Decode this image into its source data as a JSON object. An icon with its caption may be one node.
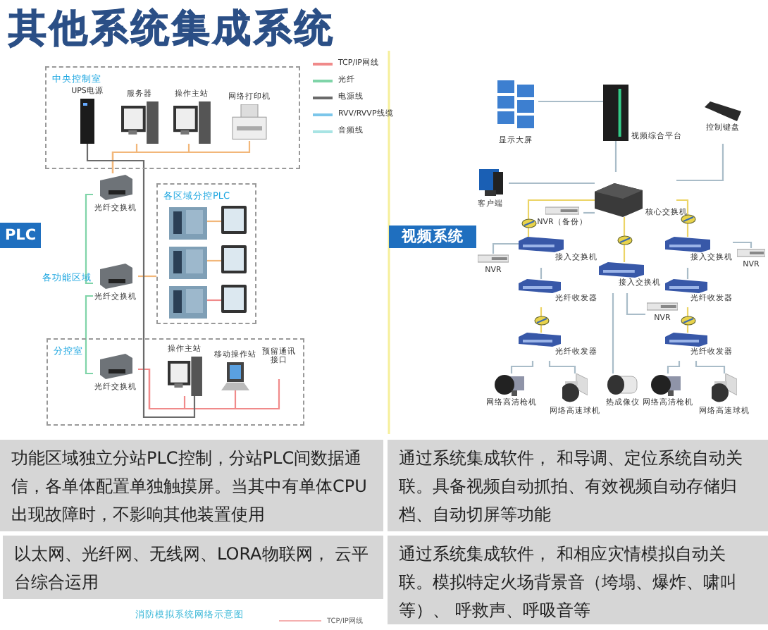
{
  "diagram": {
    "title": "其他系统集成系统",
    "nodes": [
      {
        "text": [
          "中央控制室"
        ]
      },
      {
        "text": [
          "UPS电源"
        ],
        "in": 0
      },
      {
        "text": [
          "服务器"
        ],
        "in": 0
      },
      {
        "text": [
          "操作主站"
        ],
        "in": 0
      },
      {
        "text": [
          "网络打印机"
        ],
        "in": 0
      },
      {
        "text": [
          "光纤交换机"
        ]
      },
      {
        "text": [
          "各区域分控PLC"
        ]
      },
      {
        "text": [],
        "shape": "picture",
        "in": 6
      },
      {
        "text": [],
        "shape": "picture",
        "in": 6
      },
      {
        "text": [],
        "shape": "picture",
        "in": 6
      },
      {
        "text": [],
        "shape": "picture",
        "in": 6
      },
      {
        "text": [],
        "shape": "picture",
        "in": 6
      },
      {
        "text": [],
        "shape": "picture",
        "in": 6
      },
      {
        "text": [
          "光纤交换机"
        ]
      },
      {
        "text": [
          "分控室"
        ]
      },
      {
        "text": [
          "光纤交换机"
        ],
        "in": 14
      },
      {
        "text": [
          "操作主站"
        ],
        "in": 14
      },
      {
        "text": [
          "移动操作站"
        ],
        "in": 14
      },
      {
        "text": [
          "预留通讯接口"
        ],
        "in": 14
      },
      {
        "text": [
          "PLC"
        ]
      },
      {
        "text": [
          "显示大屏"
        ]
      },
      {
        "text": [
          "视频综合平台"
        ]
      },
      {
        "text": [
          "控制键盘"
        ]
      },
      {
        "text": [
          "客户端"
        ]
      },
      {
        "text": [
          "核心交换机"
        ]
      },
      {
        "text": [
          "NVR（备份）"
        ]
      },
      {
        "text": [
          "视频系统"
        ]
      },
      {
        "text": [
          "接入交换机"
        ]
      },
      {
        "text": [
          "NVR"
        ]
      },
      {
        "text": [
          "接入交换机"
        ]
      },
      {
        "text": [
          "NVR"
        ]
      },
      {
        "text": [
          "接入交换机"
        ]
      },
      {
        "text": [
          "NVR"
        ]
      },
      {
        "text": [
          "光纤收发器"
        ]
      },
      {
        "text": [
          "光纤收发器"
        ]
      },
      {
        "text": [
          "光纤收发器"
        ]
      },
      {
        "text": [
          "光纤收发器"
        ]
      },
      {
        "text": [
          "网络高清枪机"
        ]
      },
      {
        "text": [
          "网络高速球机"
        ]
      },
      {
        "text": [
          "热成像仪"
        ]
      },
      {
        "text": [
          "网络高清枪机"
        ]
      },
      {
        "text": [
          "网络高速球机"
        ]
      },
      {
        "text": [
          "功能区域独立分站PLC控制，分站PLC间数据通信，各单体配置单独触摸屏。当其中有单体CPU出现故障时，不影响其他装置使用"
        ]
      },
      {
        "text": [
          "通过系统集成软件， 和导调、定位系统自动关联。具备视频自动抓拍、有效视频自动存储归档、自动切屏等功能"
        ]
      },
      {
        "text": [
          "以太网、光纤网、无线网、LORA物联网， 云平台综合运用"
        ]
      },
      {
        "text": [
          "通过系统集成软件， 和相应灾情模拟自动关联。模拟特定火场背景音（垮塌、爆炸、啸叫等）、 呼救声、呼吸音等"
        ]
      }
    ],
    "edges": [
      {
        "from": 2,
        "to": 5,
        "arrow": "none",
        "color": "#f2b77a"
      },
      {
        "from": 3,
        "to": 5,
        "arrow": "none",
        "color": "#f2b77a"
      },
      {
        "from": 4,
        "to": 5,
        "arrow": "none",
        "color": "#f2b77a"
      },
      {
        "from": 5,
        "to": 13,
        "arrow": "none",
        "color": "#7fd4a8"
      },
      {
        "from": 13,
        "to": 15,
        "arrow": "none",
        "color": "#7fd4a8"
      },
      {
        "from": 13,
        "to": 6,
        "arrow": "none",
        "color": "#f2b77a"
      },
      {
        "from": 7,
        "to": 8,
        "arrow": "none",
        "color": "#f2b77a"
      },
      {
        "from": 9,
        "to": 10,
        "arrow": "none",
        "color": "#f2b77a"
      },
      {
        "from": 11,
        "to": 12,
        "arrow": "none",
        "color": "#f08a8a"
      },
      {
        "from": 15,
        "to": 16,
        "arrow": "none",
        "color": "#f08a8a"
      },
      {
        "from": 15,
        "to": 17,
        "arrow": "none",
        "color": "#f08a8a"
      },
      {
        "from": 15,
        "to": 18,
        "arrow": "none",
        "color": "#f08a8a"
      },
      {
        "from": 1,
        "to": 16,
        "arrow": "none",
        "color": "#6a6a6a"
      },
      {
        "from": 20,
        "to": 21,
        "arrow": "none"
      },
      {
        "from": 21,
        "to": 24,
        "arrow": "none"
      },
      {
        "from": 22,
        "to": 24,
        "arrow": "none"
      },
      {
        "from": 23,
        "to": 24,
        "arrow": "none"
      },
      {
        "from": 25,
        "to": 24,
        "arrow": "none"
      },
      {
        "from": 24,
        "to": 27,
        "arrow": "none",
        "color": "#ecd466"
      },
      {
        "from": 24,
        "to": 29,
        "arrow": "none",
        "color": "#ecd466"
      },
      {
        "from": 24,
        "to": 31,
        "arrow": "none",
        "color": "#ecd466"
      },
      {
        "from": 27,
        "to": 28,
        "arrow": "none"
      },
      {
        "from": 27,
        "to": 33,
        "arrow": "none"
      },
      {
        "from": 29,
        "to": 30,
        "arrow": "none"
      },
      {
        "from": 29,
        "to": 39,
        "arrow": "none"
      },
      {
        "from": 31,
        "to": 32,
        "arrow": "none"
      },
      {
        "from": 31,
        "to": 34,
        "arrow": "none"
      },
      {
        "from": 33,
        "to": 35,
        "arrow": "none",
        "color": "#ecd466"
      },
      {
        "from": 34,
        "to": 36,
        "arrow": "none",
        "color": "#ecd466"
      },
      {
        "from": 35,
        "to": 37,
        "arrow": "none"
      },
      {
        "from": 35,
        "to": 38,
        "arrow": "none"
      },
      {
        "from": 36,
        "to": 40,
        "arrow": "none"
      },
      {
        "from": 36,
        "to": 41,
        "arrow": "none"
      }
    ],
    "labels": [
      "各功能区域",
      "消防模拟系统网络示意图",
      "TCP/IP网线"
    ],
    "legend": [
      {
        "text": "TCP/IP网线",
        "color": "#f08a8a"
      },
      {
        "text": "光纤",
        "color": "#7fd4a8"
      },
      {
        "text": "电源线",
        "color": "#6a6a6a"
      },
      {
        "text": "RVV/RVVP线缆",
        "color": "#7cc6ea"
      },
      {
        "text": "音频线",
        "color": "#a8e4e4"
      }
    ]
  }
}
